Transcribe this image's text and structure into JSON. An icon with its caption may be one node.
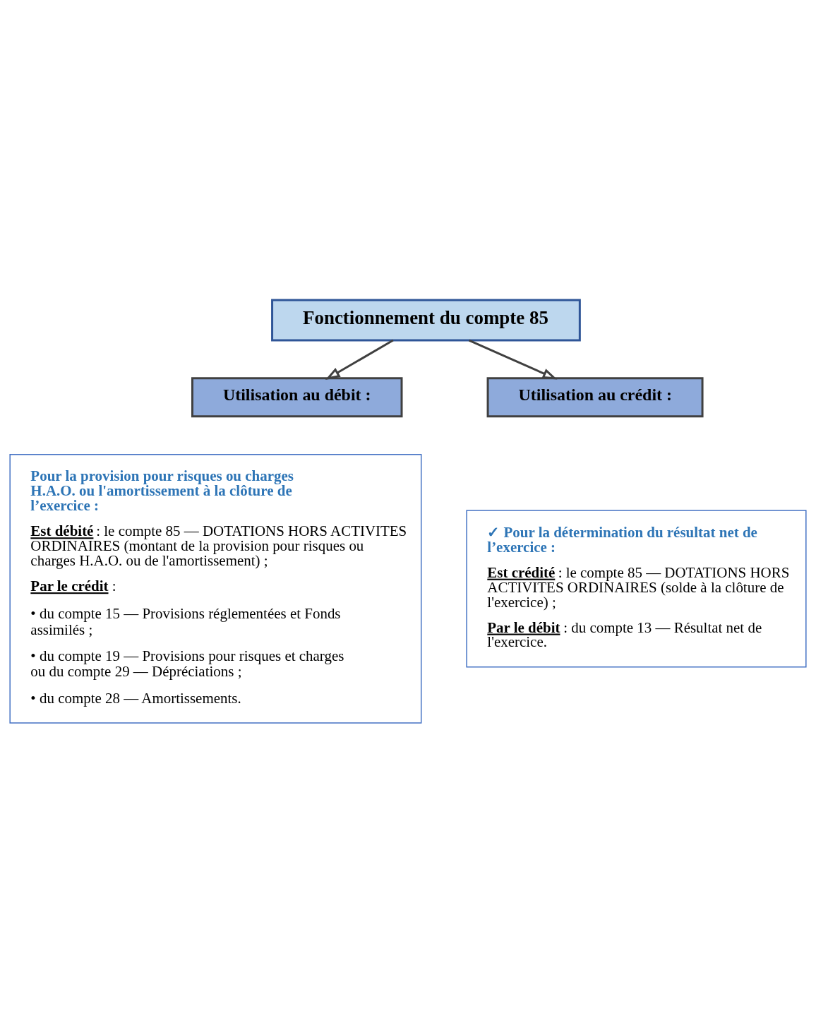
{
  "diagram": {
    "nodes": [
      {
        "text": [
          "Fonctionnement du compte 85"
        ]
      },
      {
        "text": [
          "Utilisation au débit :"
        ]
      },
      {
        "text": [
          "Utilisation au crédit :"
        ]
      },
      {
        "text": [
          "Pour la provision pour risques ou charges H.A.O. ou l'amortissement à la clôture de l’exercice :",
          "**Est débité** : le compte 85 — DOTATIONS HORS ACTIVITES ORDINAIRES (montant de la provision pour risques ou charges H.A.O. ou de l'amortissement) ;",
          "**Par le crédit** :",
          "• du compte 15 — Provisions réglementées et Fonds assimilés ;",
          "• du compte 19 — Provisions pour risques et charges ou du compte 29 — Dépréciations ;",
          "• du compte 28 — Amortissements."
        ]
      },
      {
        "text": [
          "✓ Pour la détermination du résultat net de l’exercice :",
          "**Est crédité** : le compte 85 — DOTATIONS HORS ACTIVITES ORDINAIRES (solde à la clôture de l'exercice) ;",
          "**Par le débit** : du compte 13 — Résultat net de l'exercice."
        ]
      }
    ],
    "edges": [
      {
        "from": 0,
        "to": 1,
        "arrow": "to"
      },
      {
        "from": 0,
        "to": 2,
        "arrow": "to"
      }
    ]
  }
}
